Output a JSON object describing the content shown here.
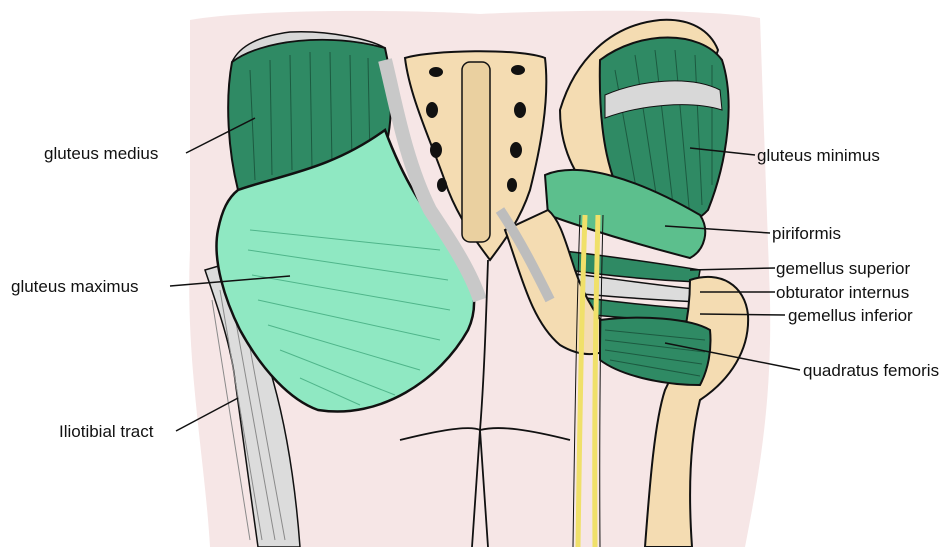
{
  "colors": {
    "skin": "#f6e6e6",
    "muscle_light": "#8fe8c2",
    "muscle_dark": "#2f8a64",
    "bone": "#f4dcb2",
    "fascia": "#e4e4e4",
    "nerve": "#f0e06a",
    "ink": "#111111"
  },
  "labels": {
    "gluteus_medius": "gluteus medius",
    "gluteus_maximus": "gluteus maximus",
    "iliotibial_tract": "Iliotibial tract",
    "gluteus_minimus": "gluteus minimus",
    "piriformis": "piriformis",
    "gemellus_superior": "gemellus superior",
    "obturator_internus": "obturator internus",
    "gemellus_inferior": "gemellus inferior",
    "quadratus_femoris": "quadratus femoris"
  }
}
